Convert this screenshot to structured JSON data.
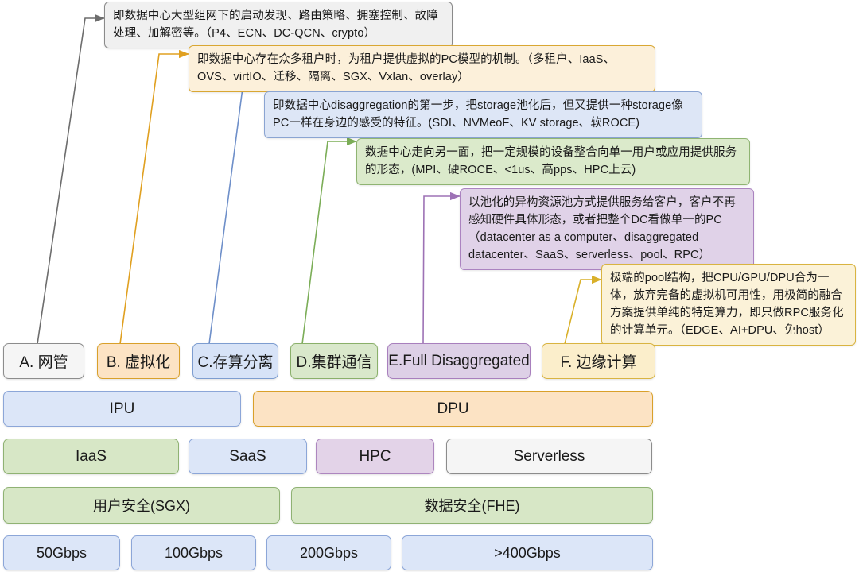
{
  "diagram": {
    "title": "Datacenter evolution layered stack",
    "callouts": [
      {
        "id": "callout-a",
        "text": "即数据中心大型组网下的启动发现、路由策略、拥塞控制、故障处理、加解密等。（P4、ECN、DC-QCN、crypto）",
        "color": "#8a8a8a",
        "fill": "#f0f0f0"
      },
      {
        "id": "callout-b",
        "text": "即数据中心存在众多租户时，为租户提供虚拟的PC模型的机制。（多租户、IaaS、OVS、virtIO、迁移、隔离、SGX、Vxlan、overlay）",
        "color": "#d9a733",
        "fill": "#fcf0da"
      },
      {
        "id": "callout-c",
        "text": "即数据中心disaggregation的第一步，把storage池化后，但又提供一种storage像PC一样在身边的感受的特征。(SDI、NVMeoF、KV storage、软ROCE)",
        "color": "#8aa4d2",
        "fill": "#dde6f6"
      },
      {
        "id": "callout-d",
        "text": "数据中心走向另一面，把一定规模的设备整合向单一用户或应用提供服务的形态，(MPI、硬ROCE、<1us、高pps、HPC上云)",
        "color": "#8fb472",
        "fill": "#dbeacb"
      },
      {
        "id": "callout-e",
        "text": "以池化的异构资源池方式提供服务给客户，客户不再感知硬件具体形态，或者把整个DC看做单一的PC（datacenter as a computer、disaggregated datacenter、SaaS、serverless、pool、RPC）",
        "color": "#ab83c0",
        "fill": "#e0d2e8"
      },
      {
        "id": "callout-f",
        "text": "极端的pool结构，把CPU/GPU/DPU合为一体，放弃完备的虚拟机可用性，用极简的融合方案提供单纯的特定算力，即只做RPC服务化的计算单元。（EDGE、AI+DPU、免host）",
        "color": "#d9b441",
        "fill": "#fbf2d8"
      }
    ],
    "categories": [
      {
        "id": "cat-a",
        "label": "A. 网管",
        "fill": "#f5f5f5",
        "stroke": "#8c8c8c"
      },
      {
        "id": "cat-b",
        "label": "B. 虚拟化",
        "fill": "#fce3c4",
        "stroke": "#d9a02a"
      },
      {
        "id": "cat-c",
        "label": "C.存算分离",
        "fill": "#d7e3f7",
        "stroke": "#7d9dd0"
      },
      {
        "id": "cat-d",
        "label": "D.集群通信",
        "fill": "#d9e8cb",
        "stroke": "#8ab06a"
      },
      {
        "id": "cat-e",
        "label": "E.Full Disaggregated",
        "fill": "#ddd0e6",
        "stroke": "#a87fbd"
      },
      {
        "id": "cat-f",
        "label": "F. 边缘计算",
        "fill": "#fbeecb",
        "stroke": "#d9b441"
      }
    ],
    "processor_row": [
      {
        "id": "unit-ipu",
        "label": "IPU",
        "fill": "#dce6f8",
        "stroke": "#8ca6d8"
      },
      {
        "id": "unit-dpu",
        "label": "DPU",
        "fill": "#fce3c4",
        "stroke": "#d9a02a"
      }
    ],
    "service_row": [
      {
        "id": "svc-iaas",
        "label": "IaaS",
        "fill": "#d7e7c6",
        "stroke": "#8fb273"
      },
      {
        "id": "svc-saas",
        "label": "SaaS",
        "fill": "#dce6f8",
        "stroke": "#8ca6d8"
      },
      {
        "id": "svc-hpc",
        "label": "HPC",
        "fill": "#e3d3e8",
        "stroke": "#ad86bf"
      },
      {
        "id": "svc-serverless",
        "label": "Serverless",
        "fill": "#f5f5f5",
        "stroke": "#8c8c8c"
      }
    ],
    "security_row": [
      {
        "id": "sec-user",
        "label": "用户安全(SGX)",
        "fill": "#d7e7c6",
        "stroke": "#8fb273"
      },
      {
        "id": "sec-data",
        "label": "数据安全(FHE)",
        "fill": "#d7e7c6",
        "stroke": "#8fb273"
      }
    ],
    "bandwidth_row": [
      {
        "id": "bw-50",
        "label": "50Gbps",
        "fill": "#dce6f8",
        "stroke": "#8ca6d8"
      },
      {
        "id": "bw-100",
        "label": "100Gbps",
        "fill": "#dce6f8",
        "stroke": "#8ca6d8"
      },
      {
        "id": "bw-200",
        "label": "200Gbps",
        "fill": "#dce6f8",
        "stroke": "#8ca6d8"
      },
      {
        "id": "bw-400",
        "label": ">400Gbps",
        "fill": "#dce6f8",
        "stroke": "#8ca6d8"
      }
    ]
  }
}
